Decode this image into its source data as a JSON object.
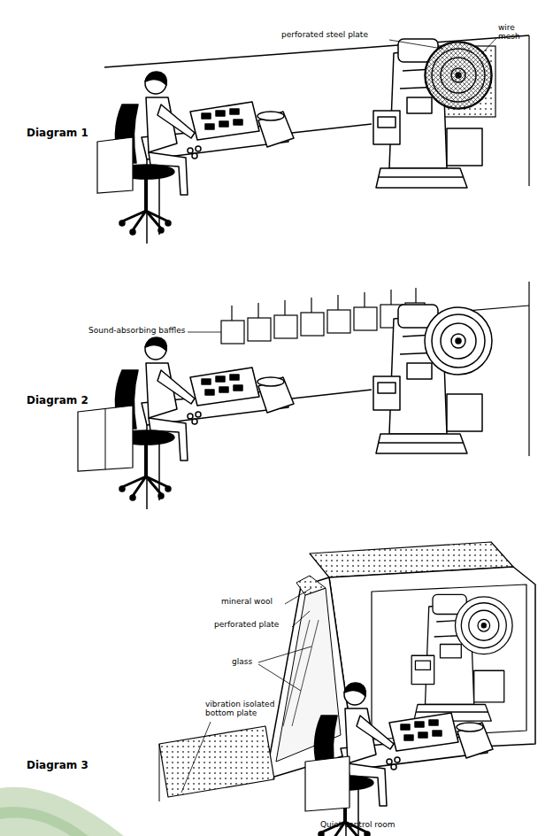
{
  "diagram": {
    "labels": [
      "perforated steel plate",
      "wire mesh",
      "Diagram 1",
      "Sound-absorbing baffles",
      "Diagram 2",
      "mineral wool",
      "perforated plate",
      "glass",
      "vibration isolated bottom plate",
      "Diagram 3",
      "Quiet control room"
    ]
  }
}
